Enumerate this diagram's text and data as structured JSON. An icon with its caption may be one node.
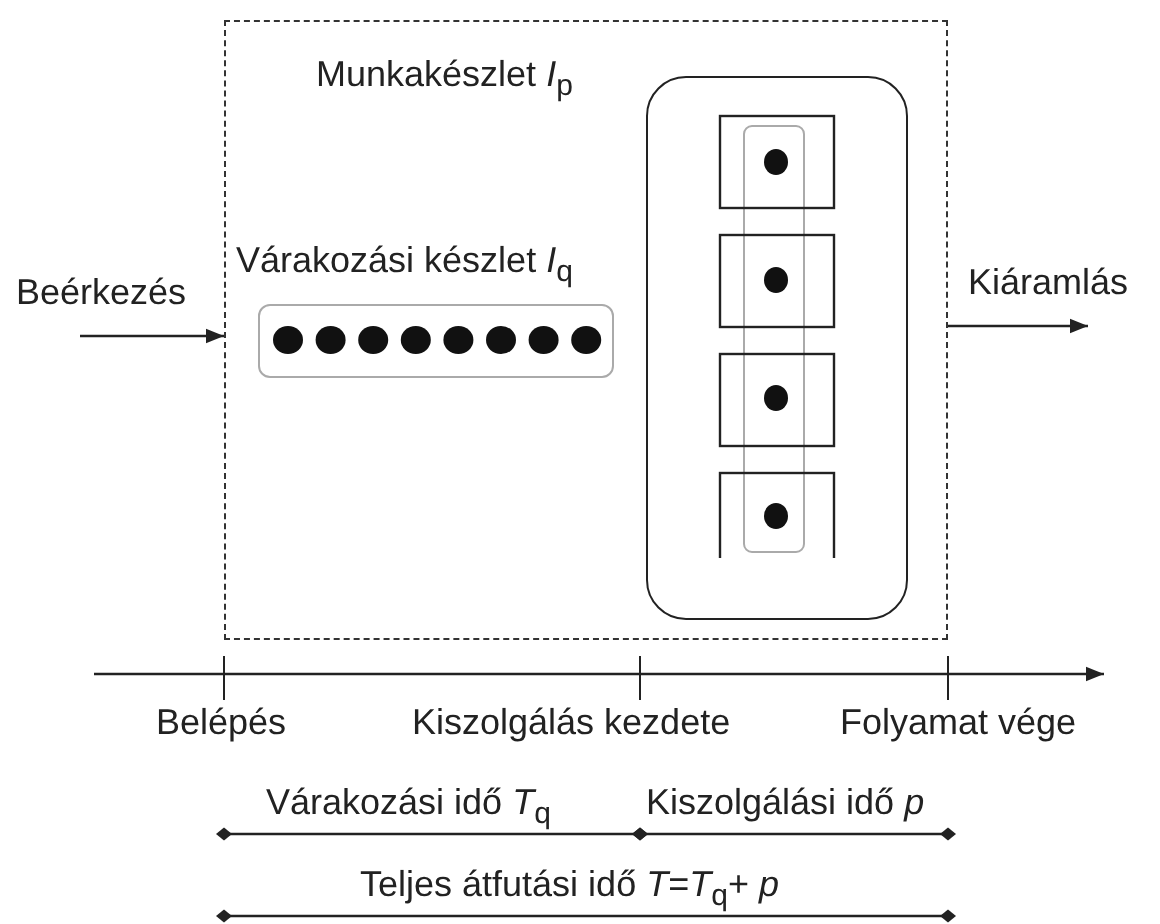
{
  "diagram": {
    "nodes": [
      {
        "text": [],
        "shape": "box"
      },
      {
        "text": [
          "Várakozási készlet *I*$_{q}$"
        ],
        "in": 0
      },
      {
        "text": [
          "Munkakészlet *I*$_{p}$"
        ],
        "in": 0
      },
      {
        "text": [
          "Beérkezés"
        ]
      },
      {
        "text": [
          "Kiáramlás"
        ]
      }
    ],
    "edges": [
      {
        "from": 3,
        "to": 0,
        "arrow": "to"
      },
      {
        "from": 0,
        "to": 4,
        "arrow": "to"
      }
    ],
    "labels": [
      "Belépés",
      "Kiszolgálás kezdete",
      "Folyamat vége",
      "Várakozási idő *T*$_{q}$",
      "Kiszolgálási idő *p*",
      "Teljes átfutási idő *T*=*T*$_{q}$+ *p*"
    ]
  }
}
